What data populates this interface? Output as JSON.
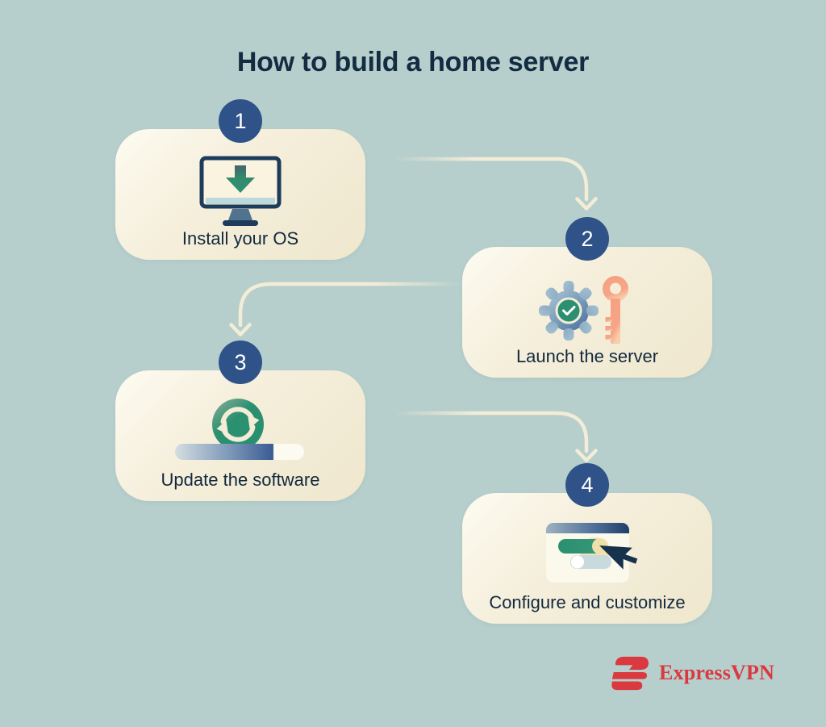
{
  "title": "How to build a home server",
  "steps": [
    {
      "number": "1",
      "label": "Install your OS",
      "icon": "monitor-download-icon"
    },
    {
      "number": "2",
      "label": "Launch the server",
      "icon": "gear-check-key-icon"
    },
    {
      "number": "3",
      "label": "Update the software",
      "icon": "sync-progress-icon"
    },
    {
      "number": "4",
      "label": "Configure and customize",
      "icon": "settings-toggles-cursor-icon"
    }
  ],
  "brand": {
    "name": "ExpressVPN"
  },
  "colors": {
    "background": "#b7cfcc",
    "card_cream": "#f2ebd4",
    "step_circle_blue": "#2f5389",
    "text_navy": "#132c42",
    "green": "#2b8f70",
    "key_salmon": "#f6a07f",
    "brand_red": "#d9393f",
    "connector_cream": "#f3edd7"
  }
}
